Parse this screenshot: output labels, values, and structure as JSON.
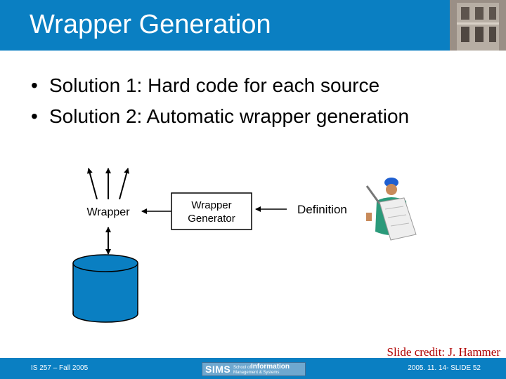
{
  "slide": {
    "title": "Wrapper Generation",
    "bullets": [
      "Solution 1: Hard code for each source",
      "Solution 2: Automatic wrapper generation"
    ],
    "credit": "Slide credit: J. Hammer"
  },
  "diagram": {
    "wrapper_label": "Wrapper",
    "generator_label_line1": "Wrapper",
    "generator_label_line2": "Generator",
    "definition_label": "Definition"
  },
  "footer": {
    "left": "IS 257 – Fall 2005",
    "right": "2005. 11. 14- SLIDE 52",
    "logo_main": "SIMS",
    "logo_school": "School of",
    "logo_information": "Information",
    "logo_management": "Management",
    "logo_systems": "& Systems"
  },
  "colors": {
    "header_bar": "#0a7fc2",
    "database": "#0a7fc2",
    "credit_text": "#b00000"
  }
}
